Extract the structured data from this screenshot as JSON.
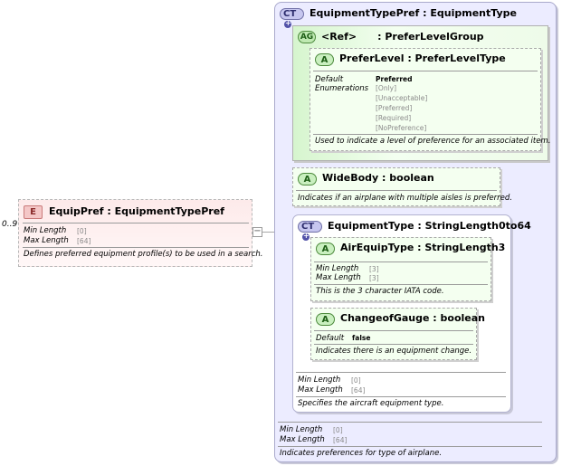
{
  "equip_pref": {
    "badge": "E",
    "title": "EquipPref : EquipmentTypePref",
    "occurrence": "0..9",
    "props": [
      {
        "label": "Min Length",
        "value": "[0]"
      },
      {
        "label": "Max Length",
        "value": "[64]"
      }
    ],
    "description": "Defines preferred equipment profile(s) to be used in a search."
  },
  "equipment_type_pref": {
    "badge": "CT",
    "title": "EquipmentTypePref : EquipmentType",
    "props": [
      {
        "label": "Min Length",
        "value": "[0]"
      },
      {
        "label": "Max Length",
        "value": "[64]"
      }
    ],
    "description": "Indicates preferences for type of airplane."
  },
  "prefer_level_group": {
    "badge": "AG",
    "title": "<Ref>      : PreferLevelGroup"
  },
  "prefer_level": {
    "badge": "A",
    "title": "PreferLevel : PreferLevelType",
    "default_label": "Default",
    "enumerations_label": "Enumerations",
    "default_value": "Preferred",
    "enumerations": [
      "[Only]",
      "[Unacceptable]",
      "[Preferred]",
      "[Required]",
      "[NoPreference]"
    ],
    "description": "Used to indicate a level of preference for an associated item."
  },
  "wide_body": {
    "badge": "A",
    "title": "WideBody : boolean",
    "description": "Indicates if an airplane with multiple aisles is preferred."
  },
  "equipment_type": {
    "badge": "CT",
    "title": "EquipmentType : StringLength0to64",
    "props": [
      {
        "label": "Min Length",
        "value": "[0]"
      },
      {
        "label": "Max Length",
        "value": "[64]"
      }
    ],
    "description": "Specifies the aircraft equipment type."
  },
  "air_equip_type": {
    "badge": "A",
    "title": "AirEquipType : StringLength3",
    "props": [
      {
        "label": "Min Length",
        "value": "[3]"
      },
      {
        "label": "Max Length",
        "value": "[3]"
      }
    ],
    "description": "This is the 3 character IATA code."
  },
  "change_of_gauge": {
    "badge": "A",
    "title": "ChangeofGauge : boolean",
    "default_label": "Default",
    "default_value": "false",
    "description": "Indicates there is an equipment change."
  }
}
